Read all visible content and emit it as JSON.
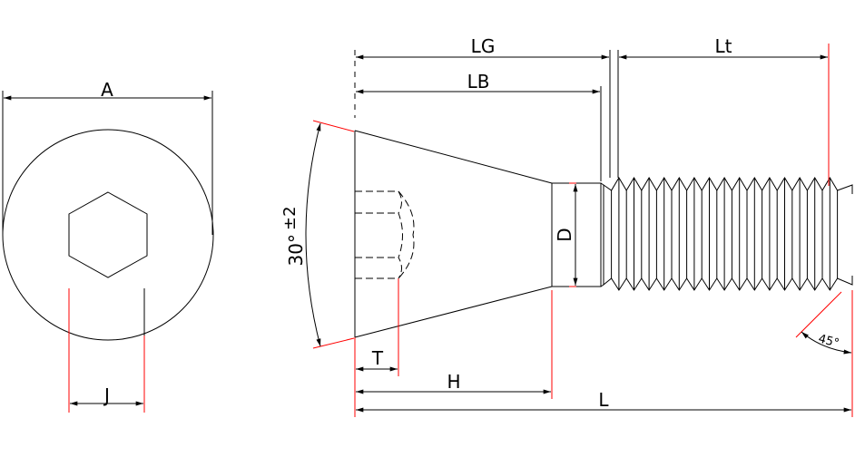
{
  "labels": {
    "A": "A",
    "J": "J",
    "LG": "LG",
    "LB": "LB",
    "Lt": "Lt",
    "D": "D",
    "angle_head": "30°",
    "angle_tol": "±2",
    "T": "T",
    "H": "H",
    "L": "L",
    "angle_chamfer": "45°"
  },
  "colors": {
    "outline": "#000000",
    "extension": "#ff0000"
  }
}
